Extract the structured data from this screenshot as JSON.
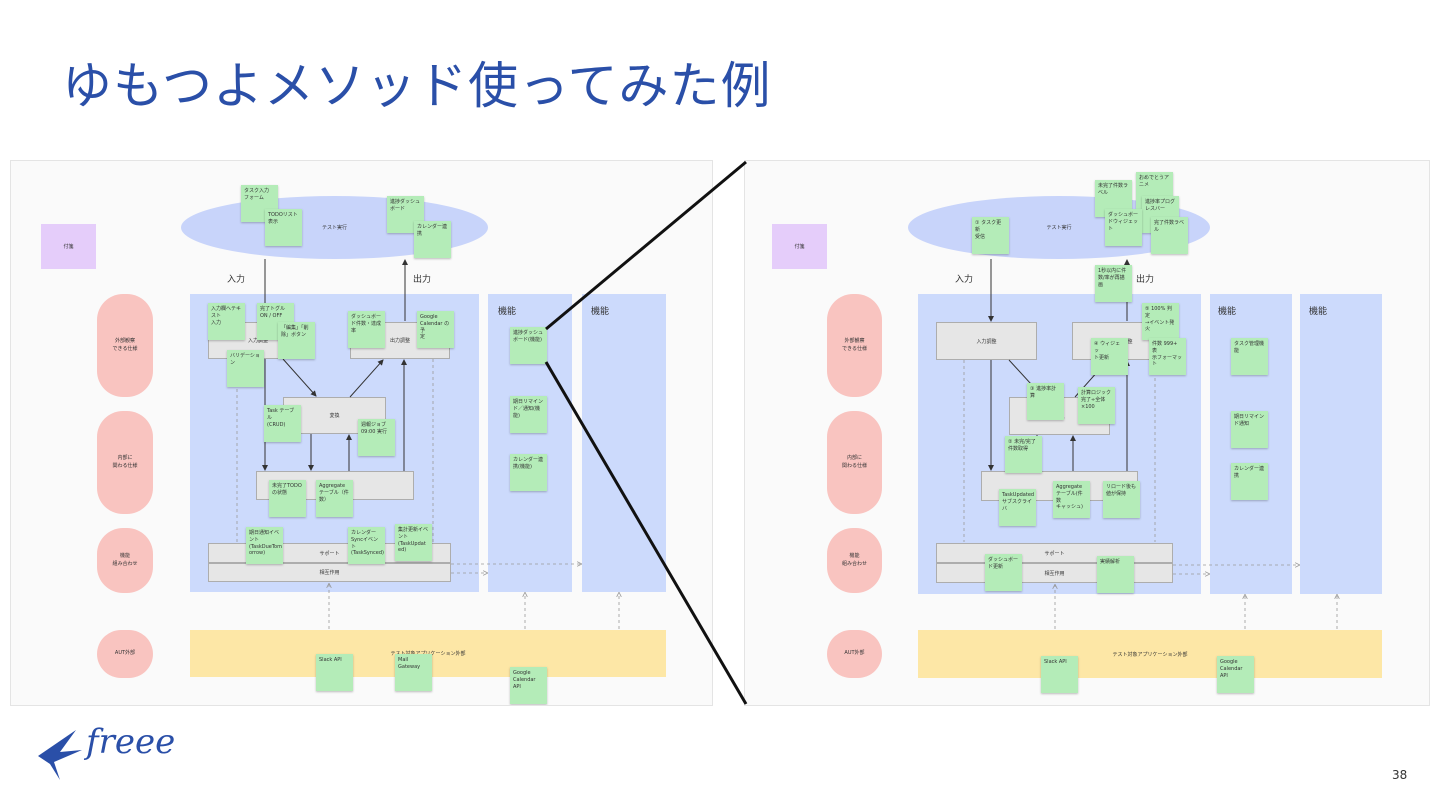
{
  "slide": {
    "title": "ゆもつよメソッド使ってみた例",
    "page_number": "38",
    "logo_text": "freee",
    "accent_color": "#2a4fa8"
  },
  "left": {
    "tag": "付箋",
    "ellipse": "テスト実行",
    "input_label": "入力",
    "output_label": "出力",
    "func1": "機能",
    "func2": "機能",
    "rows": [
      "外部観察\nできる仕様",
      "内部に\n関わる仕様",
      "機能\n組み合わせ",
      "AUT外部"
    ],
    "boxes": {
      "input": "入力調整",
      "output": "出力調整",
      "transform": "変換",
      "state": "",
      "support": "サポート",
      "interaction": "相互作用"
    },
    "aut": "テスト対象アプリケーション外部",
    "stickies": [
      "タスク入力\nフォーム",
      "TODOリスト\n表示",
      "進捗ダッシュ\nボード",
      "カレンダー連\n携",
      "入力欄へテキスト\n入力",
      "完了トグル\nON / OFF",
      "「編集」「削\n除」ボタン",
      "バリデーショ\nン",
      "ダッシュボー\nド件数・達成\n率",
      "Google\nCalendar の予\n定",
      "Task テーブ\nル\n(CRUD)",
      "週報ジョブ\n09:00 実行",
      "未完了TODO\nの状態",
      "Aggregate\nテーブル（件\n数）",
      "期日通知イベ\nント\n(TaskDueTom\norrow)",
      "カレンダー\nSyncイベント\n(TaskSynced)",
      "集計更新イベ\nント\n(TaskUpdat\ned)",
      "Slack API",
      "Mail Gateway",
      "Google\nCalendar API",
      "進捗ダッシュ\nボード(機能)",
      "期日リマイン\nド／通知(機能)",
      "カレンダー連\n携(機能)"
    ]
  },
  "right": {
    "tag": "付箋",
    "ellipse": "テスト実行",
    "input_label": "入力",
    "output_label": "出力",
    "func1": "機能",
    "func2": "機能",
    "rows": [
      "外部観察\nできる仕様",
      "内部に\n関わる仕様",
      "機能\n組み合わせ",
      "AUT外部"
    ],
    "boxes": {
      "input": "入力調整",
      "output": "出力調整",
      "transform": "変換",
      "support": "サポート",
      "interaction": "相互作用"
    },
    "aut": "テスト対象アプリケーション外部",
    "stickies": [
      "未完了件数ラ\nベル",
      "おめでとうア\nニメ",
      "進捗率プログ\nレスバー",
      "ダッシュボー\nドウィジェッ\nト",
      "完了件数ラベ\nル",
      "① タスク更新\n受信",
      "1秒以内に件\n数/率が再描画",
      "⑤ 100% 判定\n→イベント発\n火",
      "④ ウィジェッ\nト更新",
      "件数 999+ 表\n示フォーマッ\nト",
      "③ 進捗率計算",
      "計算ロジック\n完了÷全体\n×100",
      "② 未完/完了\n件数取得",
      "TaskUpdated\nサブスクライ\nバ",
      "Aggregate\nテーブル(件数\nキャッシュ)",
      "リロード後も\n値が保持",
      "ダッシュボー\nド更新",
      "実績解析",
      "Slack API",
      "Google\nCalendar API",
      "タスク管理機\n能",
      "期日リマイン\nド通知",
      "カレンダー連\n携"
    ]
  }
}
